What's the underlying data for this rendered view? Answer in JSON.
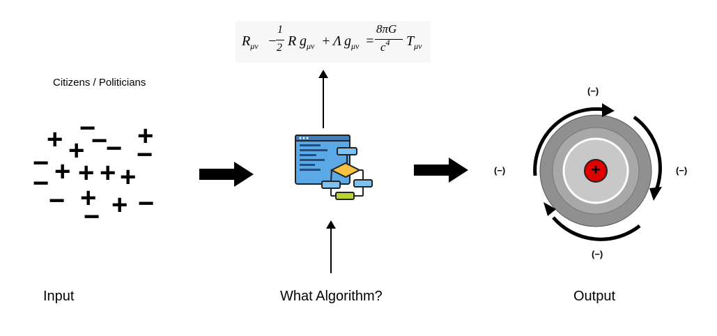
{
  "input": {
    "title": "Citizens / Politicians",
    "label": "Input",
    "signs": [
      "+",
      "−",
      "+",
      "−",
      "−",
      "+",
      "−",
      "+",
      "−",
      "+",
      "+",
      "+",
      "+",
      "−",
      "−",
      "+",
      "−",
      "+",
      "−"
    ]
  },
  "middle": {
    "label": "What Algorithm?",
    "equation": {
      "R": "R",
      "mu_nu": "μν",
      "minus": "−",
      "one": "1",
      "two": "2",
      "g": "g",
      "plus": "+",
      "Lambda": "Λ",
      "equals": "=",
      "eight_pi_G": "8πG",
      "c": "c",
      "four": "4",
      "T": "T"
    }
  },
  "output": {
    "label": "Output",
    "center_sign": "+",
    "minus_top": "(−)",
    "minus_left": "(−)",
    "minus_right": "(−)",
    "minus_bottom": "(−)"
  },
  "colors": {
    "nucleus": "#e00000",
    "disc_outer": "#909090",
    "disc_inner": "#c8c8c8",
    "algo_blue": "#5aa9e6",
    "algo_yellow": "#f5c242",
    "algo_green": "#b5d334"
  }
}
